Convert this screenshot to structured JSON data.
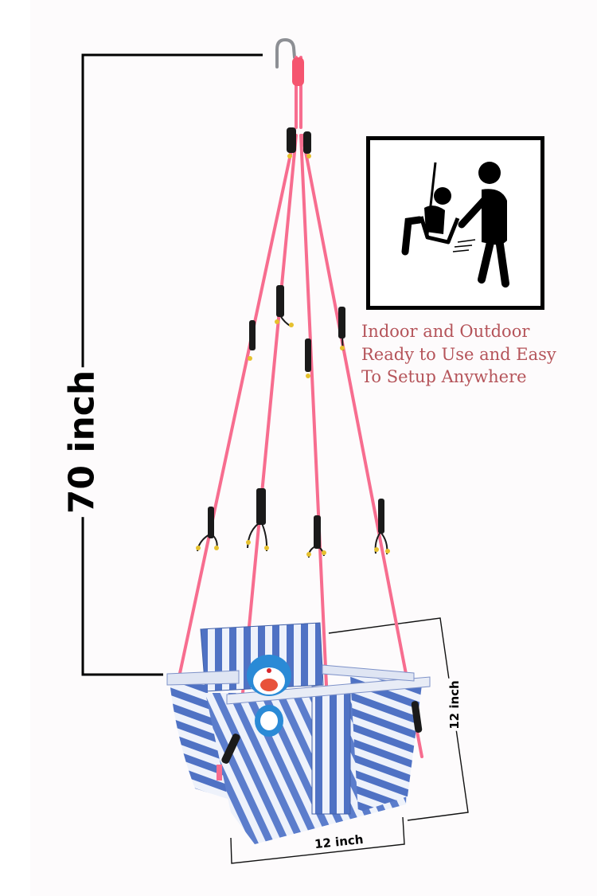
{
  "image": {
    "subject": "Baby hanging swing with pink ropes and blue-white striped fabric seat",
    "background_color": "#fdfbfc",
    "accent_colors": {
      "rope": "#f76d8f",
      "stripe_blue": "#4f72c4",
      "stripe_white": "#eef2fb",
      "caption_text": "#b5545a",
      "dimension_lines": "#000000"
    }
  },
  "dimensions": {
    "height_label": "70 inch",
    "width_label": "12 inch",
    "depth_label": "12 inch"
  },
  "feature_box": {
    "icon": "adult-pushing-child-on-swing-icon",
    "caption_lines": [
      "Indoor and Outdoor",
      "Ready to Use and Easy",
      "To Setup Anywhere"
    ]
  }
}
